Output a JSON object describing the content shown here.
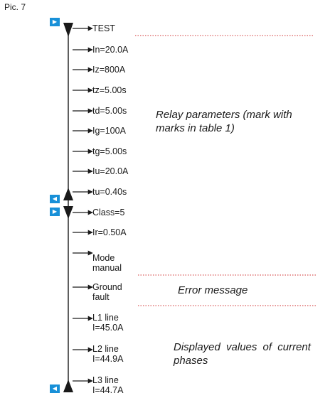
{
  "figure_label": "Pic. 7",
  "menu": {
    "test": "TEST",
    "in": "In=20.0A",
    "iz": "Iz=800A",
    "tz": "tz=5.00s",
    "td": "td=5.00s",
    "ig": "Ig=100A",
    "tg": "tg=5.00s",
    "iu": "Iu=20.0A",
    "tu": "tu=0.40s",
    "class": "Class=5",
    "ir": "Ir=0.50A",
    "mode_l1": "Mode",
    "mode_l2": "manual",
    "ground_l1": "Ground",
    "ground_l2": "fault",
    "l1_l1": "L1 line",
    "l1_l2": "I=45.0A",
    "l2_l1": "L2 line",
    "l2_l2": "I=44.9A",
    "l3_l1": "L3 line",
    "l3_l2": "I=44.7A"
  },
  "notes": {
    "relay_l1": "Relay parameters (mark with",
    "relay_l2": "marks in table 1)",
    "error": "Error message",
    "current_l1": "Displayed values of current",
    "current_l2": "phases"
  },
  "buttons": {
    "right_icon": "▶",
    "left_icon": "◀"
  },
  "colors": {
    "button_blue": "#1890d8",
    "dotted_red": "#d03030",
    "line": "#1a1a1a"
  }
}
